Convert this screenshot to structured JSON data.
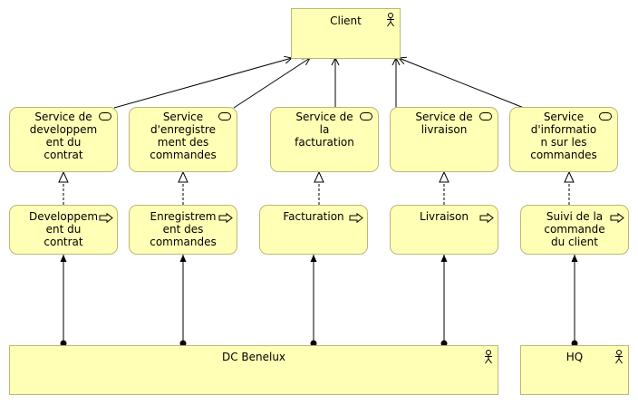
{
  "actors": [
    {
      "id": "client",
      "label": "Client",
      "icon": "actor-icon"
    },
    {
      "id": "dc",
      "label": "DC Benelux",
      "icon": "actor-icon"
    },
    {
      "id": "hq",
      "label": "HQ",
      "icon": "actor-icon"
    }
  ],
  "services": [
    {
      "id": "s1",
      "label": "Service de\ndeveloppem\nent du\ncontrat",
      "icon": "service-icon"
    },
    {
      "id": "s2",
      "label": "Service\nd'enregistre\nment des\ncommandes",
      "icon": "service-icon"
    },
    {
      "id": "s3",
      "label": "Service de\nla\nfacturation",
      "icon": "service-icon"
    },
    {
      "id": "s4",
      "label": "Service de\nlivraison",
      "icon": "service-icon"
    },
    {
      "id": "s5",
      "label": "Service\nd'informatio\nn sur les\ncommandes",
      "icon": "service-icon"
    }
  ],
  "processes": [
    {
      "id": "p1",
      "label": "Developpem\nent du\ncontrat",
      "icon": "process-arrow-icon"
    },
    {
      "id": "p2",
      "label": "Enregistrem\nent des\ncommandes",
      "icon": "process-arrow-icon"
    },
    {
      "id": "p3",
      "label": "Facturation",
      "icon": "process-arrow-icon"
    },
    {
      "id": "p4",
      "label": "Livraison",
      "icon": "process-arrow-icon"
    },
    {
      "id": "p5",
      "label": "Suivi de la\ncommande\ndu client",
      "icon": "process-arrow-icon"
    }
  ]
}
